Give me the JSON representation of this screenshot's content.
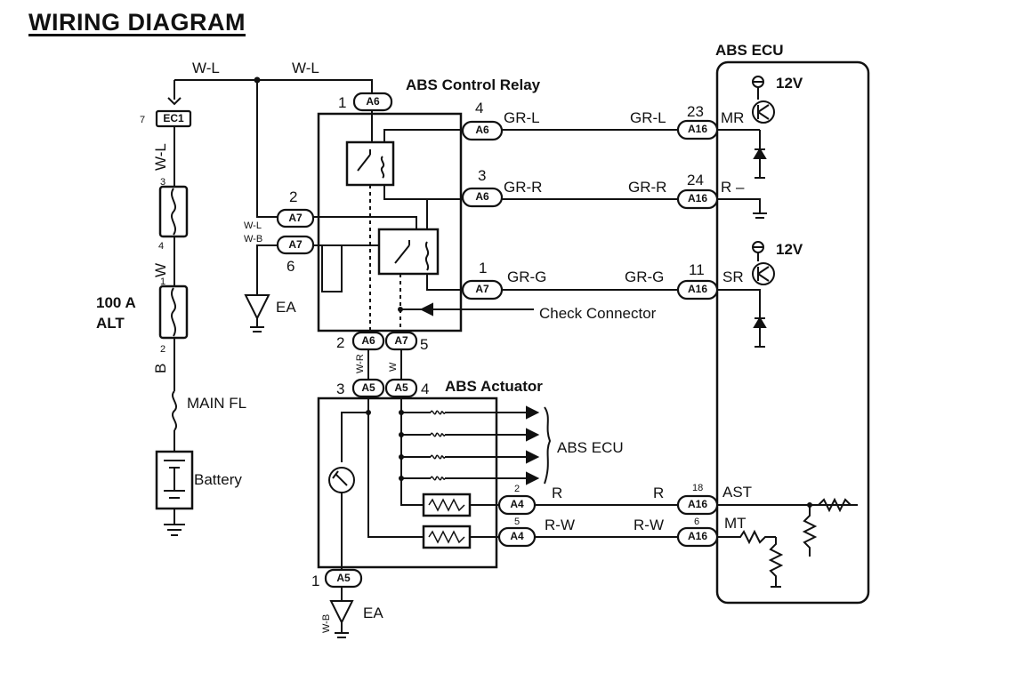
{
  "title": "WIRING DIAGRAM",
  "ecu_title": "ABS ECU",
  "relay_title": "ABS Control Relay",
  "actuator_title": "ABS Actuator",
  "wire_colors": {
    "top_left": "W-L",
    "top_right": "W-L",
    "ec1_down": "W-L",
    "fuse_to_alt": "W",
    "alt_to_main": "B",
    "relay_a7_upper": "W-L",
    "relay_a7_lower": "W-B",
    "a6_2_down": "W-R",
    "a7_5_down": "W",
    "ground_wire": "W-B",
    "gr_l": "GR-L",
    "gr_r": "GR-R",
    "gr_g": "GR-G",
    "r": "R",
    "r_w": "R-W"
  },
  "connectors": {
    "ec1": "EC1",
    "a6": "A6",
    "a7": "A7",
    "a5": "A5",
    "a4": "A4",
    "a16": "A16"
  },
  "pins": {
    "ec1": "7",
    "fuse_top": "3",
    "fuse_bottom": "4",
    "alt_top": "1",
    "alt_bottom": "2",
    "relay_a6_top": "1",
    "relay_a6_right_upper": "4",
    "relay_a6_right_lower": "3",
    "relay_a7_left": "2",
    "relay_a7_left_lower": "6",
    "relay_a7_right": "1",
    "relay_a6_bottom": "2",
    "relay_a7_bottom": "5",
    "act_a5_top": "3",
    "act_a5_right": "4",
    "act_a4_upper": "2",
    "act_a4_lower": "5",
    "act_a5_bottom": "1",
    "ecu_mr": "23",
    "ecu_r": "24",
    "ecu_sr": "11",
    "ecu_ast": "18",
    "ecu_mt": "6"
  },
  "labels": {
    "alt": [
      "100 A",
      "ALT"
    ],
    "main_fl": "MAIN FL",
    "battery": "Battery",
    "ea": "EA",
    "check_connector": "Check Connector",
    "abs_ecu_side": "ABS ECU",
    "v12": "12V",
    "mr": "MR",
    "r_minus": "R –",
    "sr": "SR",
    "ast": "AST",
    "mt": "MT"
  }
}
